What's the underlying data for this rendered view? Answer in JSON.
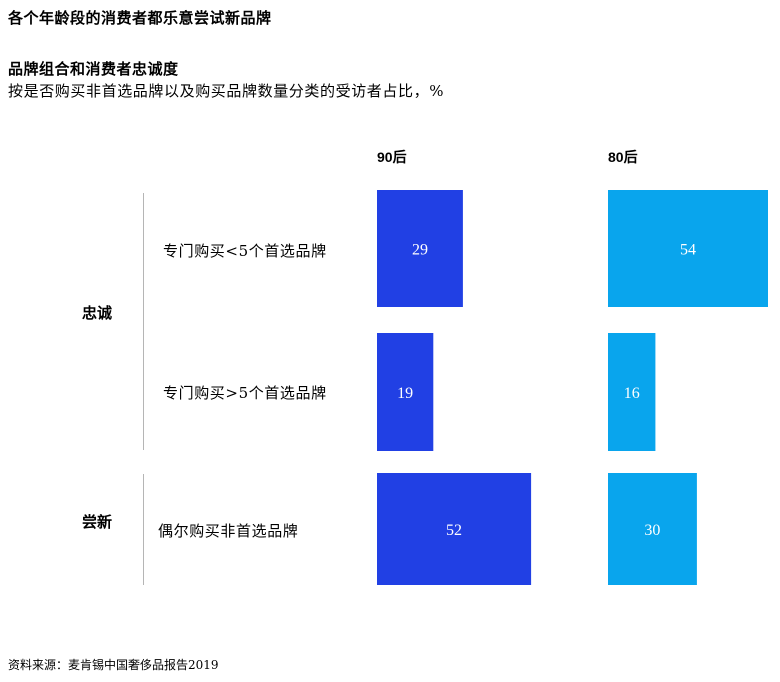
{
  "title": "各个年龄段的消费者都乐意尝试新品牌",
  "subtitle": "品牌组合和消费者忠诚度",
  "description": "按是否购买非首选品牌以及购买品牌数量分类的受访者占比，%",
  "source": "资料来源：麦肯锡中国奢侈品报告2019",
  "chart_data": {
    "type": "bar",
    "orientation": "horizontal",
    "unit": "%",
    "groups": [
      {
        "label": "忠诚",
        "rows": [
          "专门购买<5个首选品牌",
          "专门购买>5个首选品牌"
        ]
      },
      {
        "label": "尝新",
        "rows": [
          "偶尔购买非首选品牌"
        ]
      }
    ],
    "categories": [
      "专门购买<5个首选品牌",
      "专门购买>5个首选品牌",
      "偶尔购买非首选品牌"
    ],
    "series": [
      {
        "name": "90后",
        "values": [
          29,
          19,
          52
        ],
        "color": "#2140e4"
      },
      {
        "name": "80后",
        "values": [
          54,
          16,
          30
        ],
        "color": "#09a5ed"
      }
    ]
  }
}
